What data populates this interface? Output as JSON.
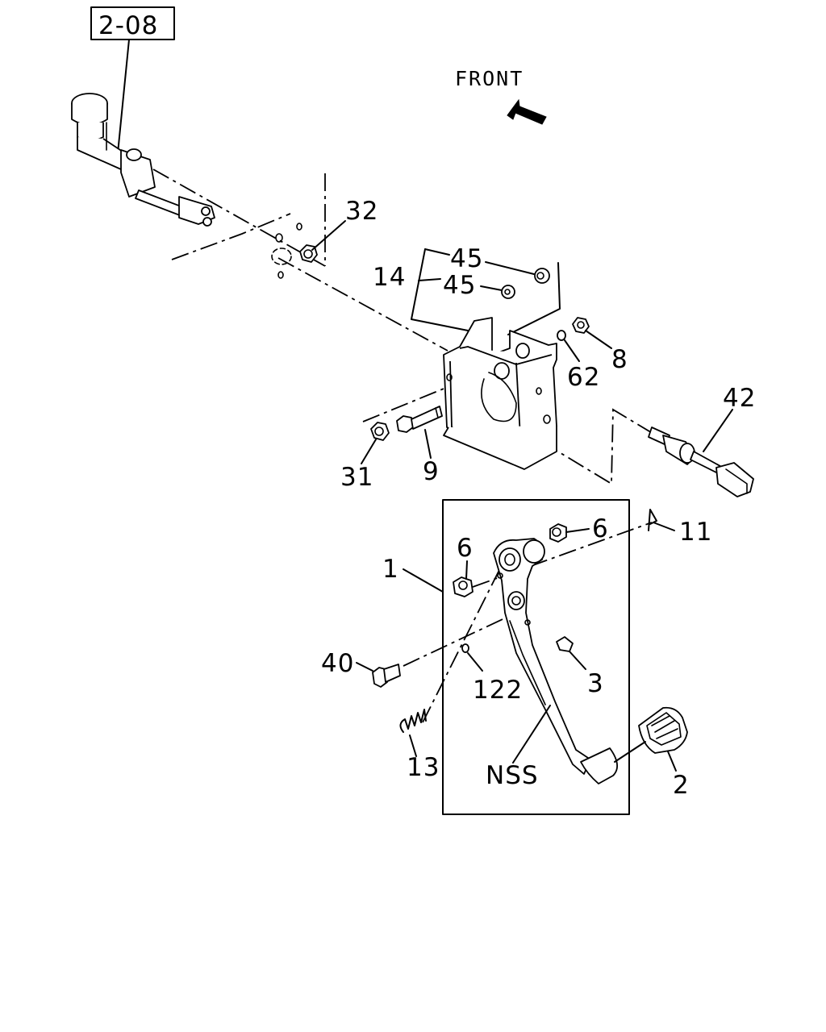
{
  "reference_box": "2-08",
  "direction_label": "FRONT",
  "callouts": {
    "c32": "32",
    "c45a": "45",
    "c45b": "45",
    "c14": "14",
    "c8": "8",
    "c62": "62",
    "c42": "42",
    "c31": "31",
    "c9": "9",
    "c6a": "6",
    "c6b": "6",
    "c11": "11",
    "c1": "1",
    "c40": "40",
    "c122": "122",
    "c3": "3",
    "c13": "13",
    "c2": "2",
    "nss": "NSS"
  }
}
